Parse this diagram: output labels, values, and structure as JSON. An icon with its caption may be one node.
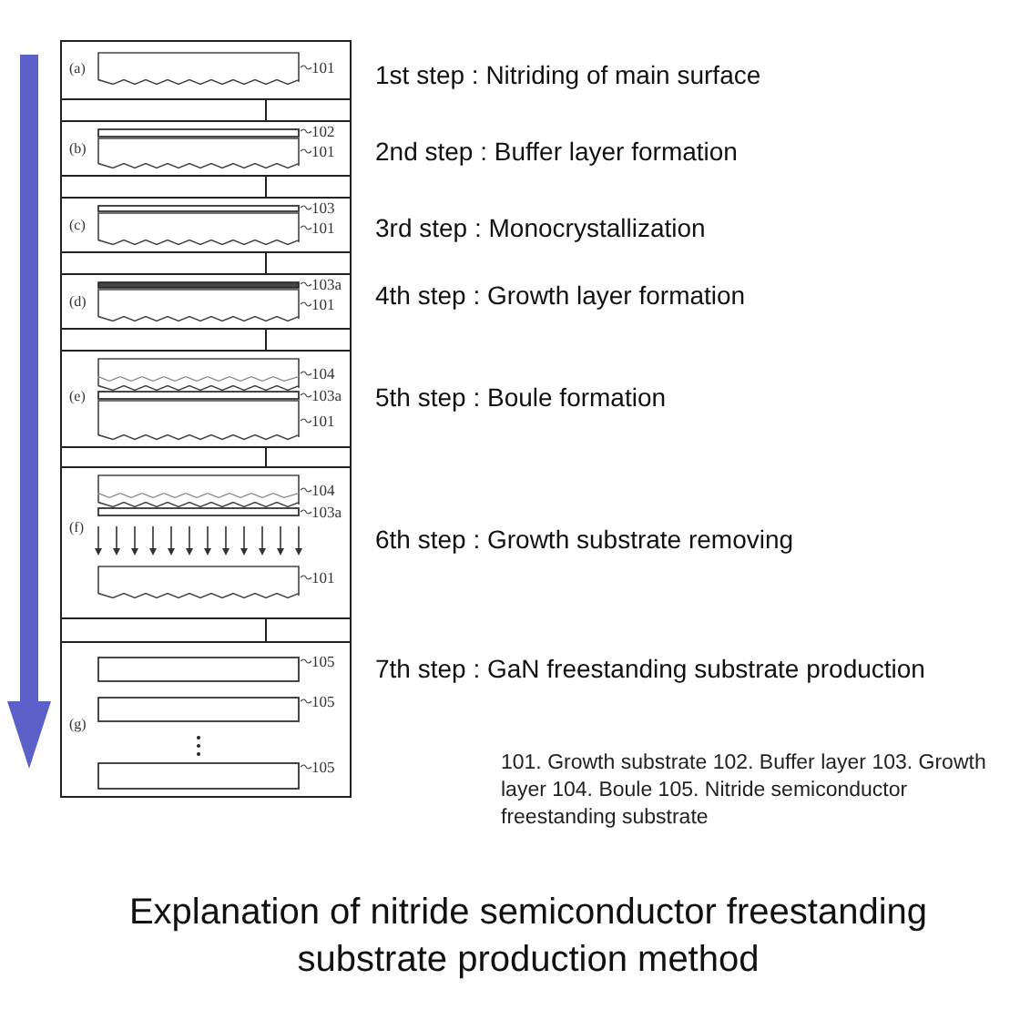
{
  "diagram": {
    "caption": "Explanation of nitride semiconductor freestanding substrate production method",
    "nodes": [
      {
        "text": [
          "(a)"
        ],
        "beside": [
          "1st step : Nitriding of main surface"
        ]
      },
      {
        "text": [
          "(b)"
        ],
        "beside": [
          "2nd step : Buffer layer formation"
        ]
      },
      {
        "text": [
          "(c)"
        ],
        "beside": [
          "3rd step : Monocrystallization"
        ]
      },
      {
        "text": [
          "(d)"
        ],
        "beside": [
          "4th step : Growth layer formation"
        ]
      },
      {
        "text": [
          "(e)"
        ],
        "beside": [
          "5th step : Boule formation"
        ]
      },
      {
        "text": [
          "(f)"
        ],
        "beside": [
          "6th step : Growth substrate removing"
        ]
      },
      {
        "text": [
          "(g)"
        ],
        "beside": [
          "7th step : GaN freestanding substrate production"
        ]
      }
    ],
    "edges": [],
    "labels": [
      "101",
      "102",
      "101",
      "103",
      "101",
      "103a",
      "101",
      "104",
      "103a",
      "101",
      "104",
      "103a",
      "101",
      "105",
      "105",
      "105",
      "101. Growth substrate 102. Buffer layer 103. Growth layer  104. Boule 105. Nitride semiconductor freestanding substrate"
    ]
  }
}
